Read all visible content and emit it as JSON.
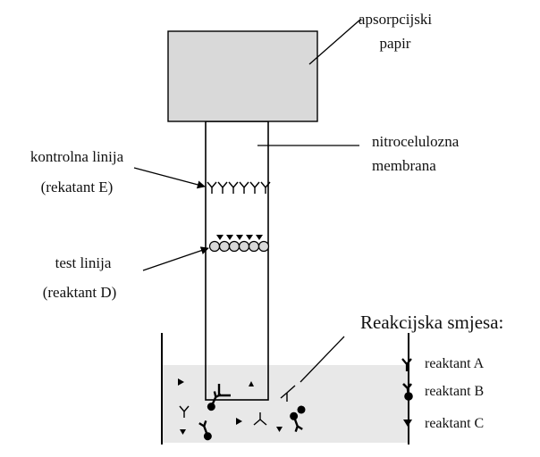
{
  "labels": {
    "absorbent_paper": [
      "apsorpcijski",
      "papir"
    ],
    "membrane": [
      "nitrocelulozna",
      "membrana"
    ],
    "control_line": [
      "kontrolna linija",
      "(rekatant E)"
    ],
    "test_line": [
      "test linija",
      "(reaktant  D)"
    ]
  },
  "legend": {
    "title": "Reakcijska smjesa:",
    "items": [
      {
        "label": "reaktant A",
        "icon": "y-antibody-icon"
      },
      {
        "label": "reaktant B",
        "icon": "conjugated-antibody-icon"
      },
      {
        "label": "reaktant C",
        "icon": "triangle-antigen-icon"
      }
    ]
  },
  "colors": {
    "paper_fill": "#d9d9d9",
    "liquid_fill": "#e8e8e8",
    "stroke": "#000000"
  }
}
